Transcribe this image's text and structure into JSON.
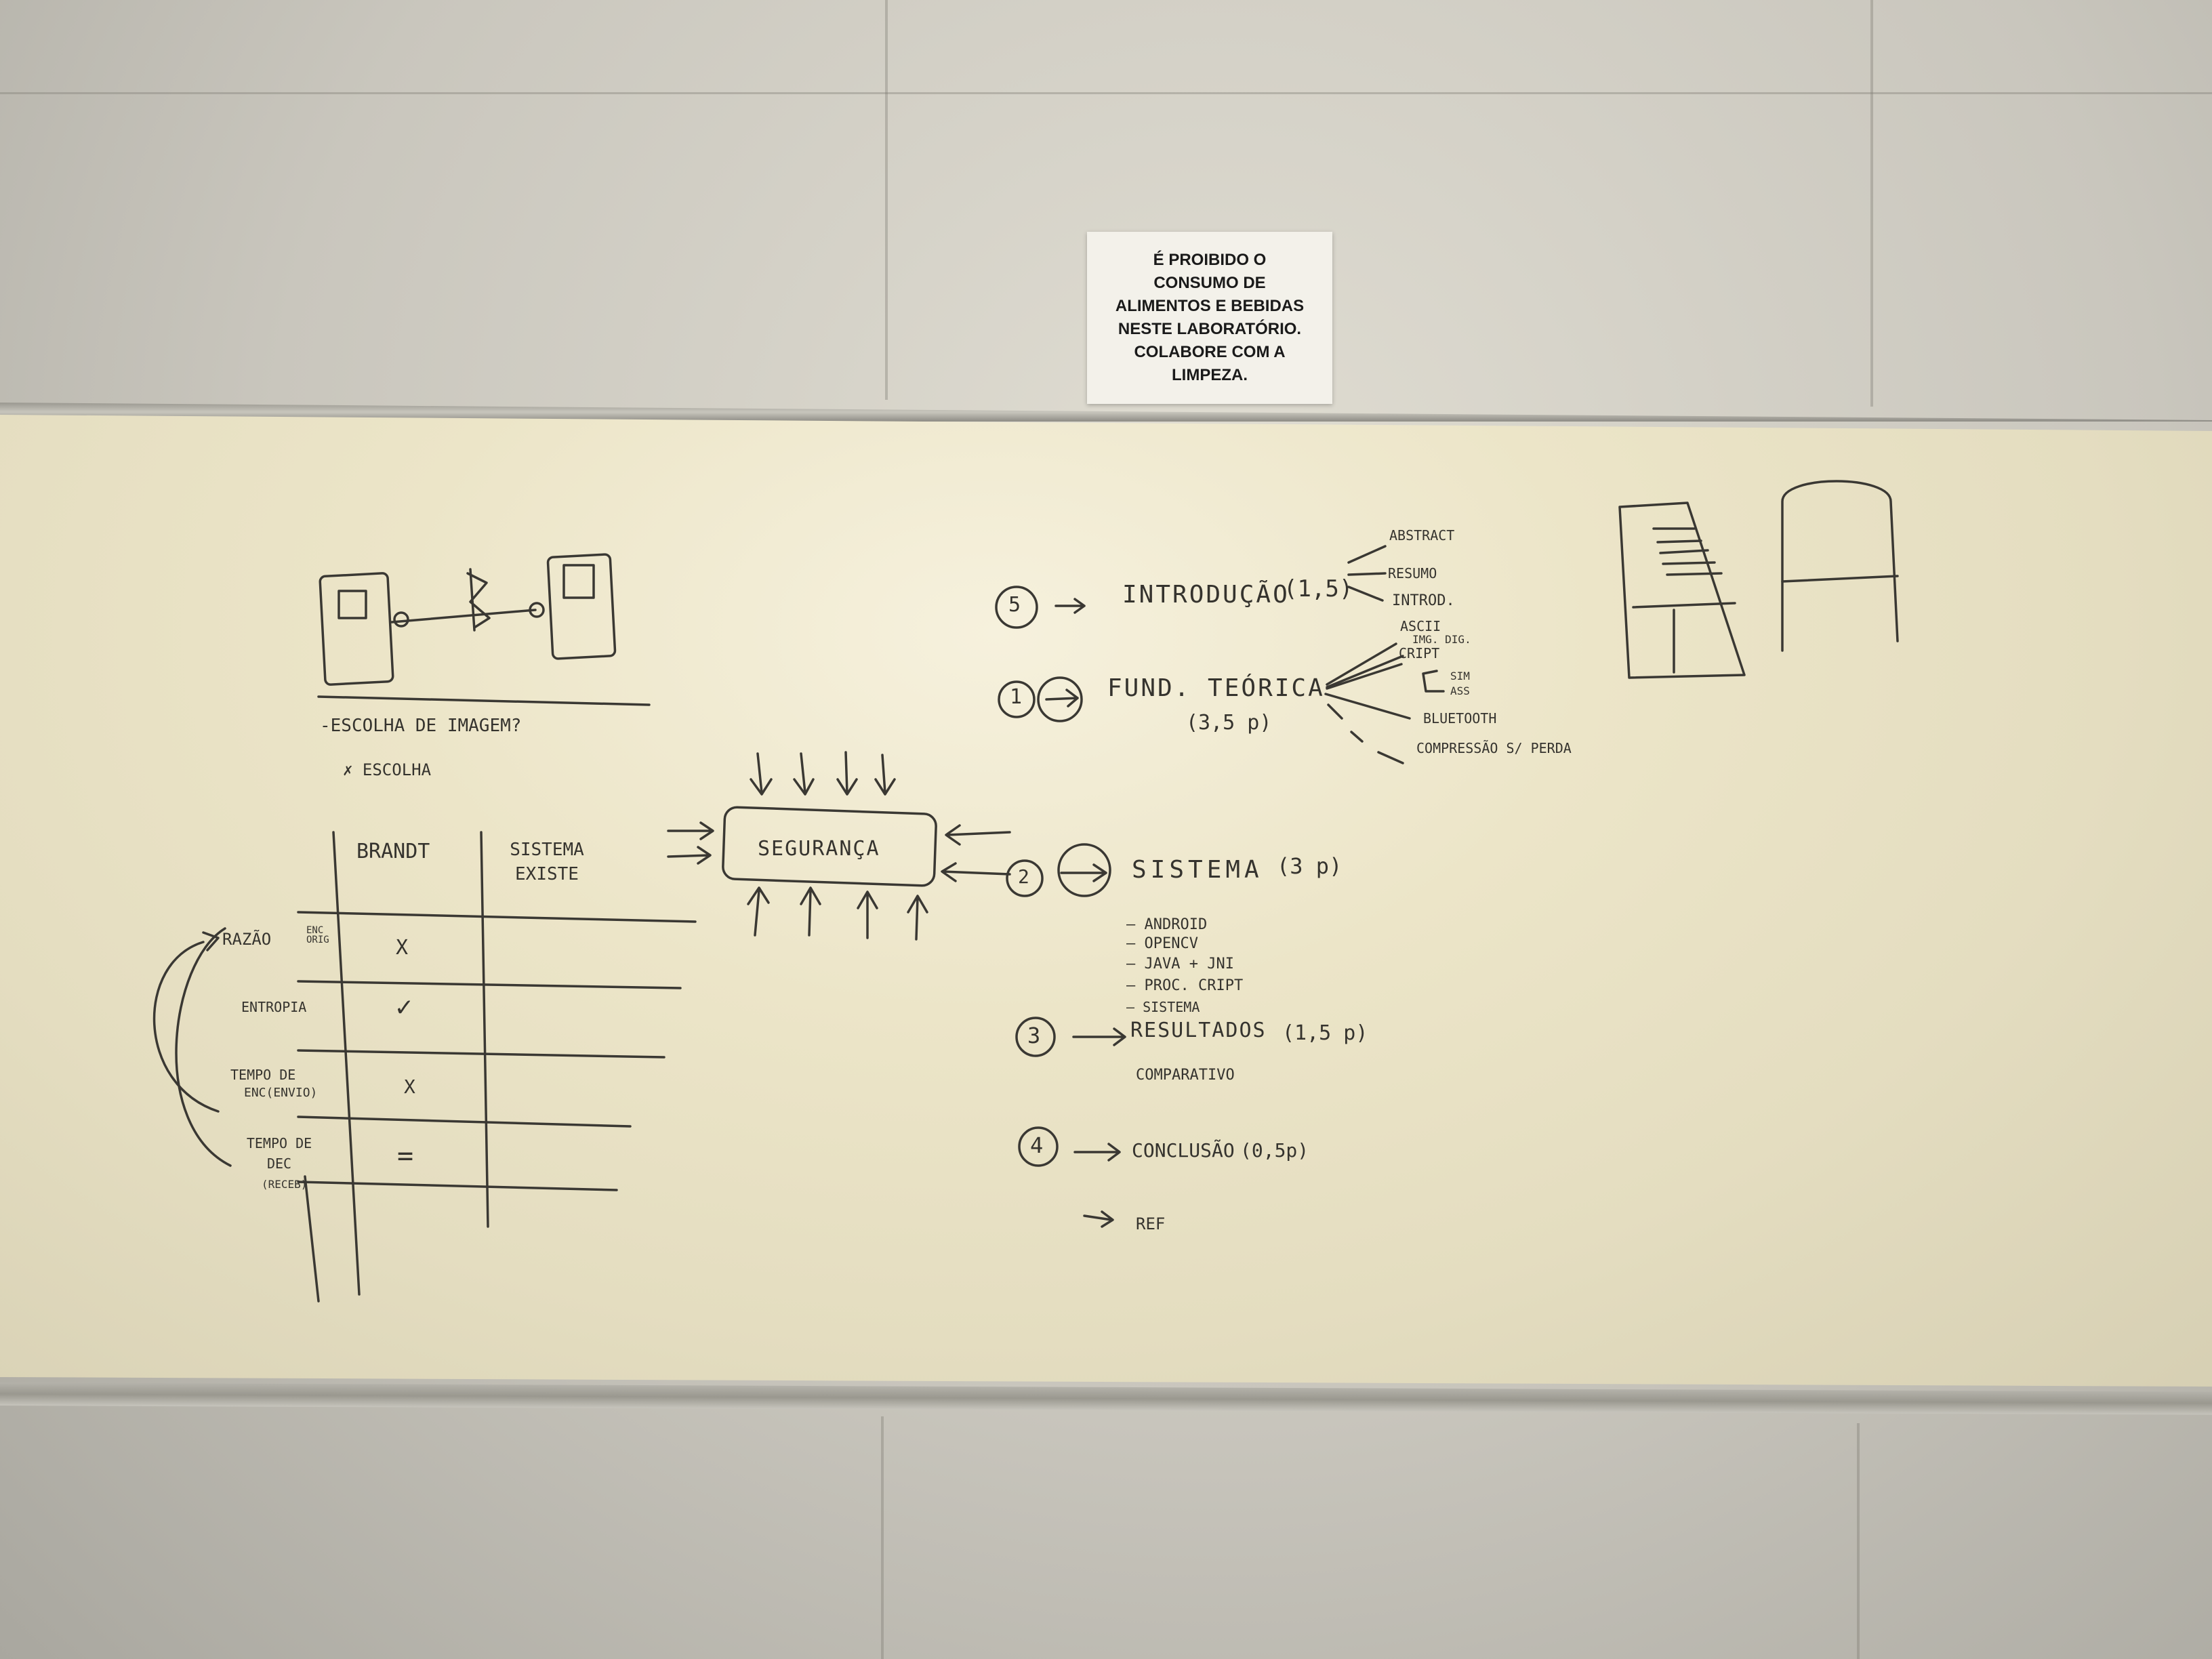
{
  "notice": {
    "lines": [
      "É PROIBIDO O",
      "CONSUMO DE",
      "ALIMENTOS E BEBIDAS",
      "NESTE LABORATÓRIO.",
      "COLABORE COM A",
      "LIMPEZA."
    ]
  },
  "whiteboard": {
    "left": {
      "question": "-ESCOLHA DE IMAGEM?",
      "choice": "✗ ESCOLHA",
      "table": {
        "headers": [
          "BRANDT",
          "SISTEMA EXISTE"
        ],
        "rows": [
          {
            "label": "RAZÃO",
            "sub": "ENC ORIG",
            "brandt": "X"
          },
          {
            "label": "ENTROPIA",
            "sub": "",
            "brandt": "✓"
          },
          {
            "label": "TEMPO DE",
            "sub": "ENC(ENVIO)",
            "brandt": "X"
          },
          {
            "label": "TEMPO DE DEC",
            "sub": "(RECEB)",
            "brandt": "="
          }
        ]
      }
    },
    "center": {
      "box_label": "SEGURANÇA"
    },
    "outline": {
      "items": [
        {
          "num": "5",
          "title": "INTRODUÇÃO",
          "points": "(1,5)"
        },
        {
          "num": "1",
          "title": "FUND. TEÓRICA",
          "points": "(3,5 p)"
        },
        {
          "num": "2",
          "title": "SISTEMA",
          "points": "(3 p)"
        },
        {
          "num": "3",
          "title": "RESULTADOS",
          "points": "(1,5 p)"
        },
        {
          "num": "4",
          "title": "CONCLUSÃO",
          "points": "(0,5p)"
        }
      ],
      "intro_branches": [
        "ABSTRACT",
        "RESUMO",
        "INTROD."
      ],
      "fund_branches": [
        "ASCII",
        "IMG. DIG.",
        "CRIPT",
        "SIM",
        "ASS",
        "BLUETOOTH",
        "COMPRESSÃO S/ PERDA"
      ],
      "system_items": [
        "— ANDROID",
        "— OPENCV",
        "— JAVA + JNI",
        "— PROC. CRIPT",
        "— SISTEMA"
      ],
      "results_note": "COMPARATIVO",
      "ref": "REF"
    }
  }
}
